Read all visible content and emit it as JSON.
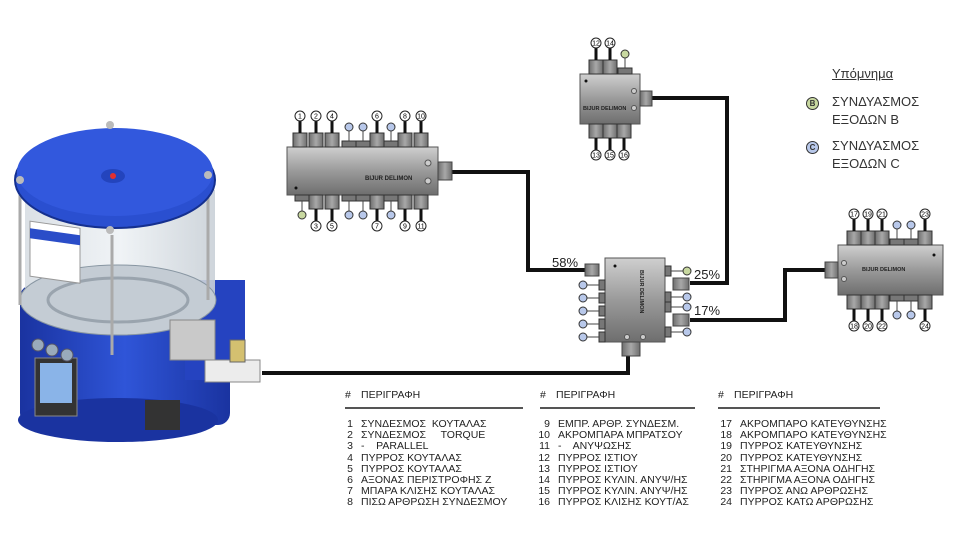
{
  "legend": {
    "title": "Υπόμνημα",
    "items": [
      {
        "badge": "B",
        "label": "ΣΥΝΔΥΑΣΜΟΣ ΕΞΟΔΩΝ B",
        "color": "#c8d8a0"
      },
      {
        "badge": "C",
        "label": "ΣΥΝΔΥΑΣΜΟΣ ΕΞΟΔΩΝ C",
        "color": "#b8c8ea"
      }
    ]
  },
  "flow": {
    "main_in": "58%",
    "to_top": "25%",
    "to_right": "17%"
  },
  "brand_label": "BIJUR DELIMON",
  "distributors": {
    "left_top_outlets": [
      "1",
      "2",
      "4",
      "6",
      "8",
      "10"
    ],
    "left_bottom_outlets": [
      "3",
      "5",
      "7",
      "9",
      "11"
    ],
    "top_top_outlets": [
      "12",
      "14"
    ],
    "top_bottom_outlets": [
      "13",
      "15",
      "16"
    ],
    "right_top_outlets": [
      "17",
      "19",
      "21",
      "23"
    ],
    "right_bottom_outlets": [
      "18",
      "20",
      "22",
      "24"
    ]
  },
  "tables": [
    {
      "hash": "#",
      "header": "ΠΕΡΙΓΡΑΦΗ",
      "rows": [
        {
          "n": "1",
          "desc": "ΣΥΝΔΕΣΜΟΣ  ΚΟΥΤΑΛΑΣ"
        },
        {
          "n": "2",
          "desc": "ΣΥΝΔΕΣΜΟΣ     TORQUE"
        },
        {
          "n": "3",
          "desc": "-    PARALLEL"
        },
        {
          "n": "4",
          "desc": "ΠΥΡΡΟΣ ΚΟΥΤΑΛΑΣ"
        },
        {
          "n": "5",
          "desc": "ΠΥΡΡΟΣ ΚΟΥΤΑΛΑΣ"
        },
        {
          "n": "6",
          "desc": "ΑΞΟΝΑΣ ΠΕΡΙΣΤΡΟΦΗΣ Ζ"
        },
        {
          "n": "7",
          "desc": "ΜΠΑΡΑ ΚΛΙΣΗΣ ΚΟΥΤΑΛΑΣ"
        },
        {
          "n": "8",
          "desc": "ΠΙΣΩ ΑΡΘΡΩΣΗ ΣΥΝΔΕΣΜΟΥ"
        }
      ]
    },
    {
      "hash": "#",
      "header": "ΠΕΡΙΓΡΑΦΗ",
      "rows": [
        {
          "n": "9",
          "desc": "ΕΜΠΡ. ΑΡΘΡ. ΣΥΝΔΕΣΜ."
        },
        {
          "n": "10",
          "desc": "ΑΚΡΟΜΠΑΡΑ ΜΠΡΑΤΣΟΥ"
        },
        {
          "n": "11",
          "desc": "-    ΑΝΥΨΩΣΗΣ"
        },
        {
          "n": "12",
          "desc": "ΠΥΡΡΟΣ ΙΣΤΙΟΥ"
        },
        {
          "n": "13",
          "desc": "ΠΥΡΡΟΣ ΙΣΤΙΟΥ"
        },
        {
          "n": "14",
          "desc": "ΠΥΡΡΟΣ ΚΥΛΙΝ. ΑΝΥΨ/ΗΣ"
        },
        {
          "n": "15",
          "desc": "ΠΥΡΡΟΣ ΚΥΛΙΝ. ΑΝΥΨ/ΗΣ"
        },
        {
          "n": "16",
          "desc": "ΠΥΡΡΟΣ ΚΛΙΣΗΣ ΚΟΥΤ/ΑΣ"
        }
      ]
    },
    {
      "hash": "#",
      "header": "ΠΕΡΙΓΡΑΦΗ",
      "rows": [
        {
          "n": "17",
          "desc": "ΑΚΡΟΜΠΑΡΟ ΚΑΤΕΥΘΥΝΣΗΣ"
        },
        {
          "n": "18",
          "desc": "ΑΚΡΟΜΠΑΡΟ ΚΑΤΕΥΘΥΝΣΗΣ"
        },
        {
          "n": "19",
          "desc": "ΠΥΡΡΟΣ ΚΑΤΕΥΘΥΝΣΗΣ"
        },
        {
          "n": "20",
          "desc": "ΠΥΡΡΟΣ ΚΑΤΕΥΘΥΝΣΗΣ"
        },
        {
          "n": "21",
          "desc": "ΣΤΗΡΙΓΜΑ ΑΞΟΝΑ ΟΔΗΓΗΣ"
        },
        {
          "n": "22",
          "desc": "ΣΤΗΡΙΓΜΑ ΑΞΟΝΑ ΟΔΗΓΗΣ"
        },
        {
          "n": "23",
          "desc": "ΠΥΡΡΟΣ ΑΝΩ ΑΡΘΡΩΣΗΣ"
        },
        {
          "n": "24",
          "desc": "ΠΥΡΡΟΣ ΚΑΤΩ ΑΡΘΡΩΣΗΣ"
        }
      ]
    }
  ],
  "colors": {
    "pump_blue": "#1f3fb0",
    "pipe": "#111111",
    "distributor": "#8a8a8a"
  }
}
